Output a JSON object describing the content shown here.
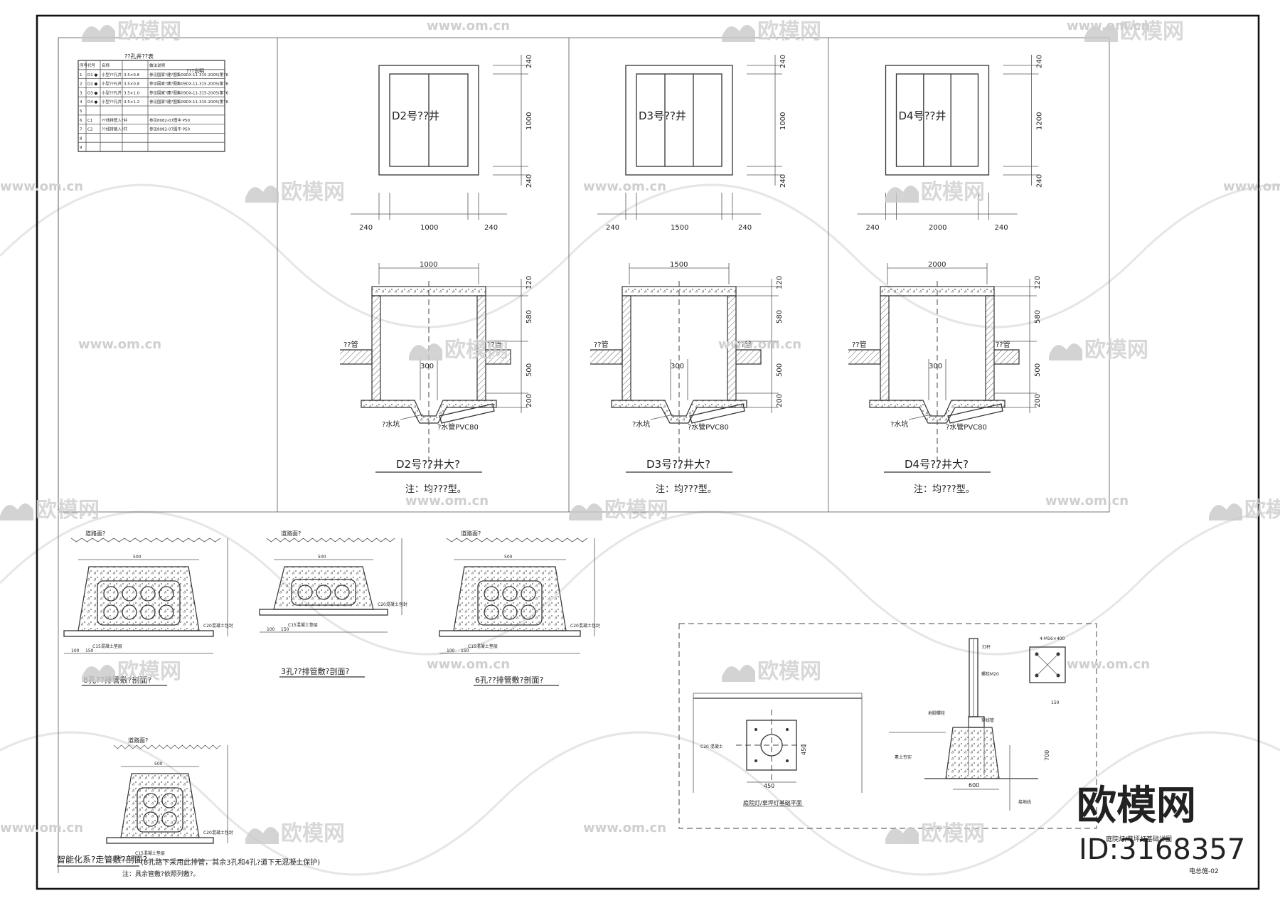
{
  "watermark": {
    "brand": "欧模网",
    "url": "www.om.cn",
    "id": "ID:3168357"
  },
  "table": {
    "title": "??孔井??表",
    "header_tail": "???说明",
    "columns": [
      "序号",
      "代号",
      "名称",
      "",
      "做法说明"
    ],
    "rows": [
      [
        "1",
        "D1 ●",
        "小型??孔井",
        "3.5×0.8",
        "参见国家?建?图集09DX-11-315-2005(第76"
      ],
      [
        "2",
        "D2 ●",
        "小型??孔井",
        "3.5×0.8",
        "参见国家?建?图集09DX-11-315-2005(第76"
      ],
      [
        "3",
        "D3 ●",
        "小型??孔井",
        "3.5×1.0",
        "参见国家?建?图集09DX-11-315-2005(第76"
      ],
      [
        "4",
        "D4 ●",
        "小型??孔井",
        "3.5×1.2",
        "参见国家?建?图集09DX-11-315-2005(第76"
      ],
      [
        "5",
        "",
        "",
        "",
        ""
      ],
      [
        "6",
        "C1",
        "??线排管入?井",
        "",
        "参见8082-07图中 P50"
      ],
      [
        "7",
        "C2",
        "??线排管入?井",
        "",
        "参见8082-07图中 P50"
      ],
      [
        "8",
        "",
        "",
        "",
        ""
      ],
      [
        "9",
        "",
        "",
        "",
        ""
      ]
    ]
  },
  "wells": [
    {
      "plan_label": "D2号??井",
      "width": "1000",
      "depth": "1000",
      "section_title": "D2号??井大?",
      "note": "注：均???型。"
    },
    {
      "plan_label": "D3号??井",
      "width": "1500",
      "depth": "1000",
      "section_title": "D3号??井大?",
      "note": "注：均???型。"
    },
    {
      "plan_label": "D4号??井",
      "width": "2000",
      "depth": "1200",
      "section_title": "D4号??井大?",
      "note": "注：均???型。"
    }
  ],
  "well_common": {
    "wall": "240",
    "h1": "120",
    "h2": "580",
    "h3": "500",
    "h4": "200",
    "sump_w": "300",
    "pipe_label": "??管",
    "sump_label": "?水坑",
    "drain_label": "?水管PVC80"
  },
  "ducts": [
    {
      "title": "8孔??排管敷?剖面?",
      "ground": "道路面?"
    },
    {
      "title": "3孔??排管敷?剖面?",
      "ground": "道路面?"
    },
    {
      "title": "6孔??排管敷?剖面?",
      "ground": "道路面?"
    },
    {
      "title": "",
      "ground": "道路面?"
    }
  ],
  "duct_labels": {
    "dim_a": "100",
    "dim_b": "500",
    "dim_c": "150",
    "concrete": "C15混凝土垫层",
    "grade": "C20混凝土包封"
  },
  "bottom_note": {
    "line1": "智能化系?走管敷?剖面?",
    "line1b": "(8孔路下采用此排管，其余3孔和4孔?道下无混凝土保护)",
    "line2": "注：具余管敷?依照列敷?。"
  },
  "lamp": {
    "plan_title": "庭院灯/草坪灯基础平面",
    "dim_450": "450",
    "dim_600": "600",
    "dim_700": "700",
    "labels": [
      "灯杆",
      "螺栓M20",
      "地脚螺栓",
      "C20 混凝土",
      "素土夯实",
      "接地线",
      "4-M16×400",
      "150",
      "穿线管"
    ],
    "title_block": "庭院灯/草坪灯基础详图",
    "sheet_no": "电总施-02"
  }
}
